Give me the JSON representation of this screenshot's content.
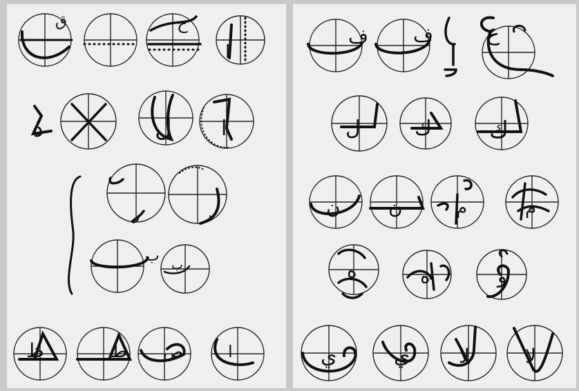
{
  "pages": [
    {
      "id": "left",
      "rows": [
        {
          "name": "row-1",
          "glyphs": [
            "ق",
            "",
            "ح",
            "ا"
          ]
        },
        {
          "name": "row-2",
          "glyphs": [
            "د",
            "ل",
            "ا"
          ]
        },
        {
          "name": "row-3",
          "glyphs": [
            "ر",
            "ر"
          ]
        },
        {
          "name": "row-4",
          "glyphs": [
            "ب",
            "ب"
          ]
        },
        {
          "name": "row-5",
          "glyphs": [
            "ظ",
            "ط",
            "ص",
            "ا"
          ]
        }
      ]
    },
    {
      "id": "right",
      "rows": [
        {
          "name": "row-1",
          "glyphs": [
            "ف",
            "ف",
            "ع"
          ]
        },
        {
          "name": "row-2",
          "glyphs": [
            "ل",
            "ك",
            "ك"
          ]
        },
        {
          "name": "row-3",
          "glyphs": [
            "ن",
            "ن",
            "م",
            "م"
          ]
        },
        {
          "name": "row-4",
          "glyphs": [
            "ه",
            "ه",
            "و"
          ]
        },
        {
          "name": "row-5",
          "glyphs": [
            "ي",
            "ي",
            "لا",
            "لا"
          ]
        }
      ]
    }
  ],
  "colors": {
    "ink": "#111111",
    "paper": "#efefef",
    "scan_background": "#c9c9c9"
  }
}
